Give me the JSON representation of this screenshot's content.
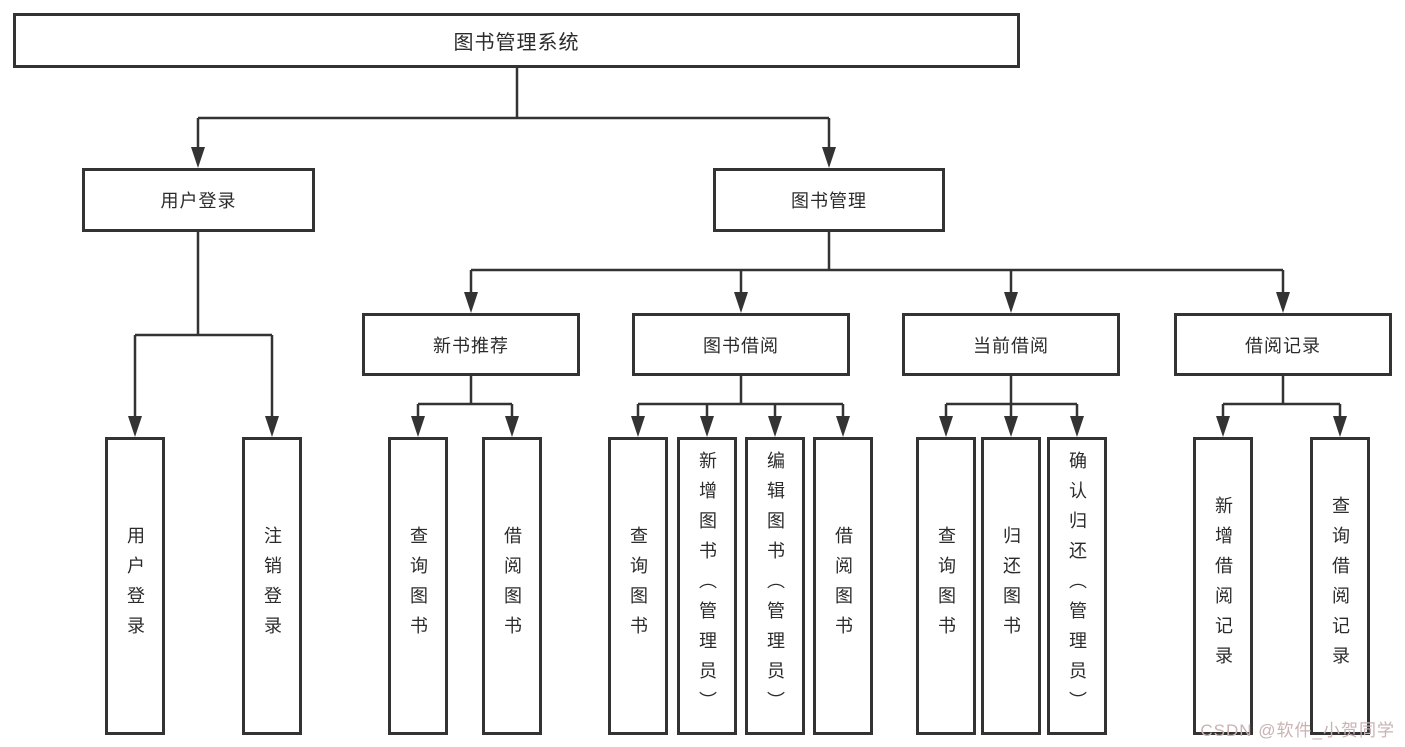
{
  "diagram_title": "图书管理系统",
  "colors": {
    "line": "#333333",
    "box_border": "#333333",
    "text": "#2b2b2b",
    "background": "#ffffff",
    "watermark": "#c9b3b3"
  },
  "tree": {
    "root": {
      "label": "图书管理系统",
      "children": [
        {
          "label": "用户登录",
          "children": [
            {
              "label": "用户登录"
            },
            {
              "label": "注销登录"
            }
          ]
        },
        {
          "label": "图书管理",
          "children": [
            {
              "label": "新书推荐",
              "children": [
                {
                  "label": "查询图书"
                },
                {
                  "label": "借阅图书"
                }
              ]
            },
            {
              "label": "图书借阅",
              "children": [
                {
                  "label": "查询图书"
                },
                {
                  "label": "新增图书（管理员）"
                },
                {
                  "label": "编辑图书（管理员）"
                },
                {
                  "label": "借阅图书"
                }
              ]
            },
            {
              "label": "当前借阅",
              "children": [
                {
                  "label": "查询图书"
                },
                {
                  "label": "归还图书"
                },
                {
                  "label": "确认归还（管理员）"
                }
              ]
            },
            {
              "label": "借阅记录",
              "children": [
                {
                  "label": "新增借阅记录"
                },
                {
                  "label": "查询借阅记录"
                }
              ]
            }
          ]
        }
      ]
    }
  },
  "watermark": {
    "text": "CSDN @软件_小贺同学"
  }
}
